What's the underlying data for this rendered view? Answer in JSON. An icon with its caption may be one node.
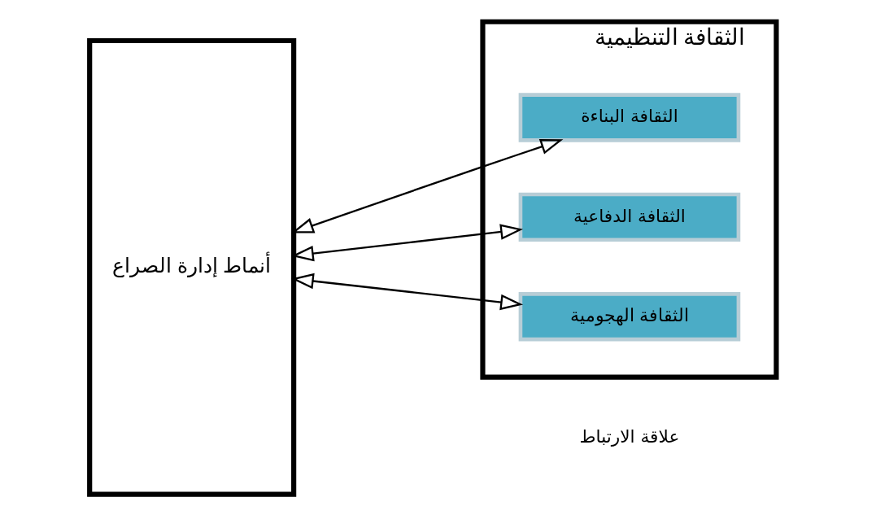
{
  "diagram": {
    "nodes": [
      {
        "text": [
          "أنماط إدارة الصراع"
        ]
      },
      {
        "text": [
          "الثقافة التنظيمية"
        ]
      },
      {
        "text": [
          "الثقافة البناءة"
        ],
        "in": 1
      },
      {
        "text": [
          "الثقافة الدفاعية"
        ],
        "in": 1
      },
      {
        "text": [
          "الثقافة الهجومية"
        ],
        "in": 1
      }
    ],
    "edges": [
      {
        "from": 0,
        "to": 2,
        "arrow": "both"
      },
      {
        "from": 0,
        "to": 3,
        "arrow": "both"
      },
      {
        "from": 0,
        "to": 4,
        "arrow": "both"
      }
    ],
    "legend": [
      {
        "text": "علاقة الارتباط"
      }
    ]
  }
}
